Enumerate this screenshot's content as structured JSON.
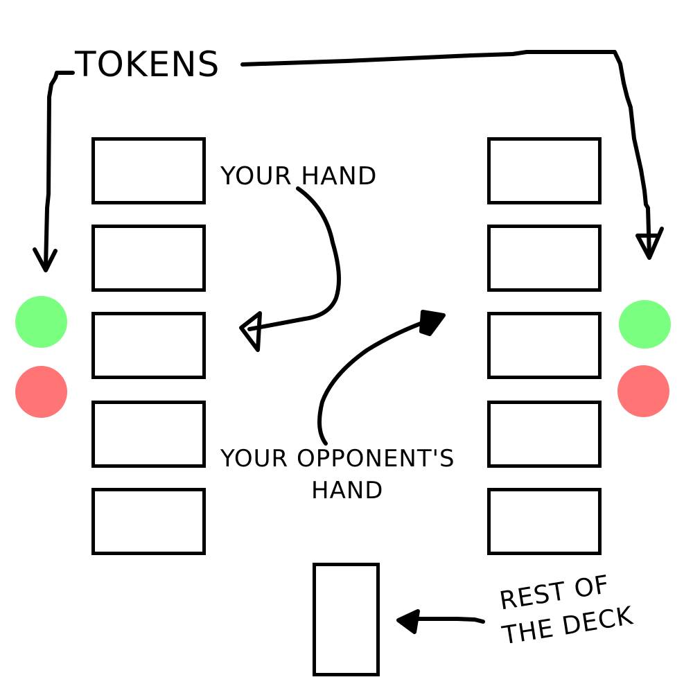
{
  "labels": {
    "tokens": "TOKENS",
    "your_hand": "YOUR HAND",
    "opponent_hand_line1": "YOUR OPPONENT'S",
    "opponent_hand_line2": "HAND",
    "deck_line1": "REST OF",
    "deck_line2": "THE DECK"
  },
  "colors": {
    "token_green": "#7aff80",
    "token_red": "#ff7575",
    "stroke": "#000000"
  },
  "your_hand_slots": 5,
  "opponent_hand_slots": 5
}
